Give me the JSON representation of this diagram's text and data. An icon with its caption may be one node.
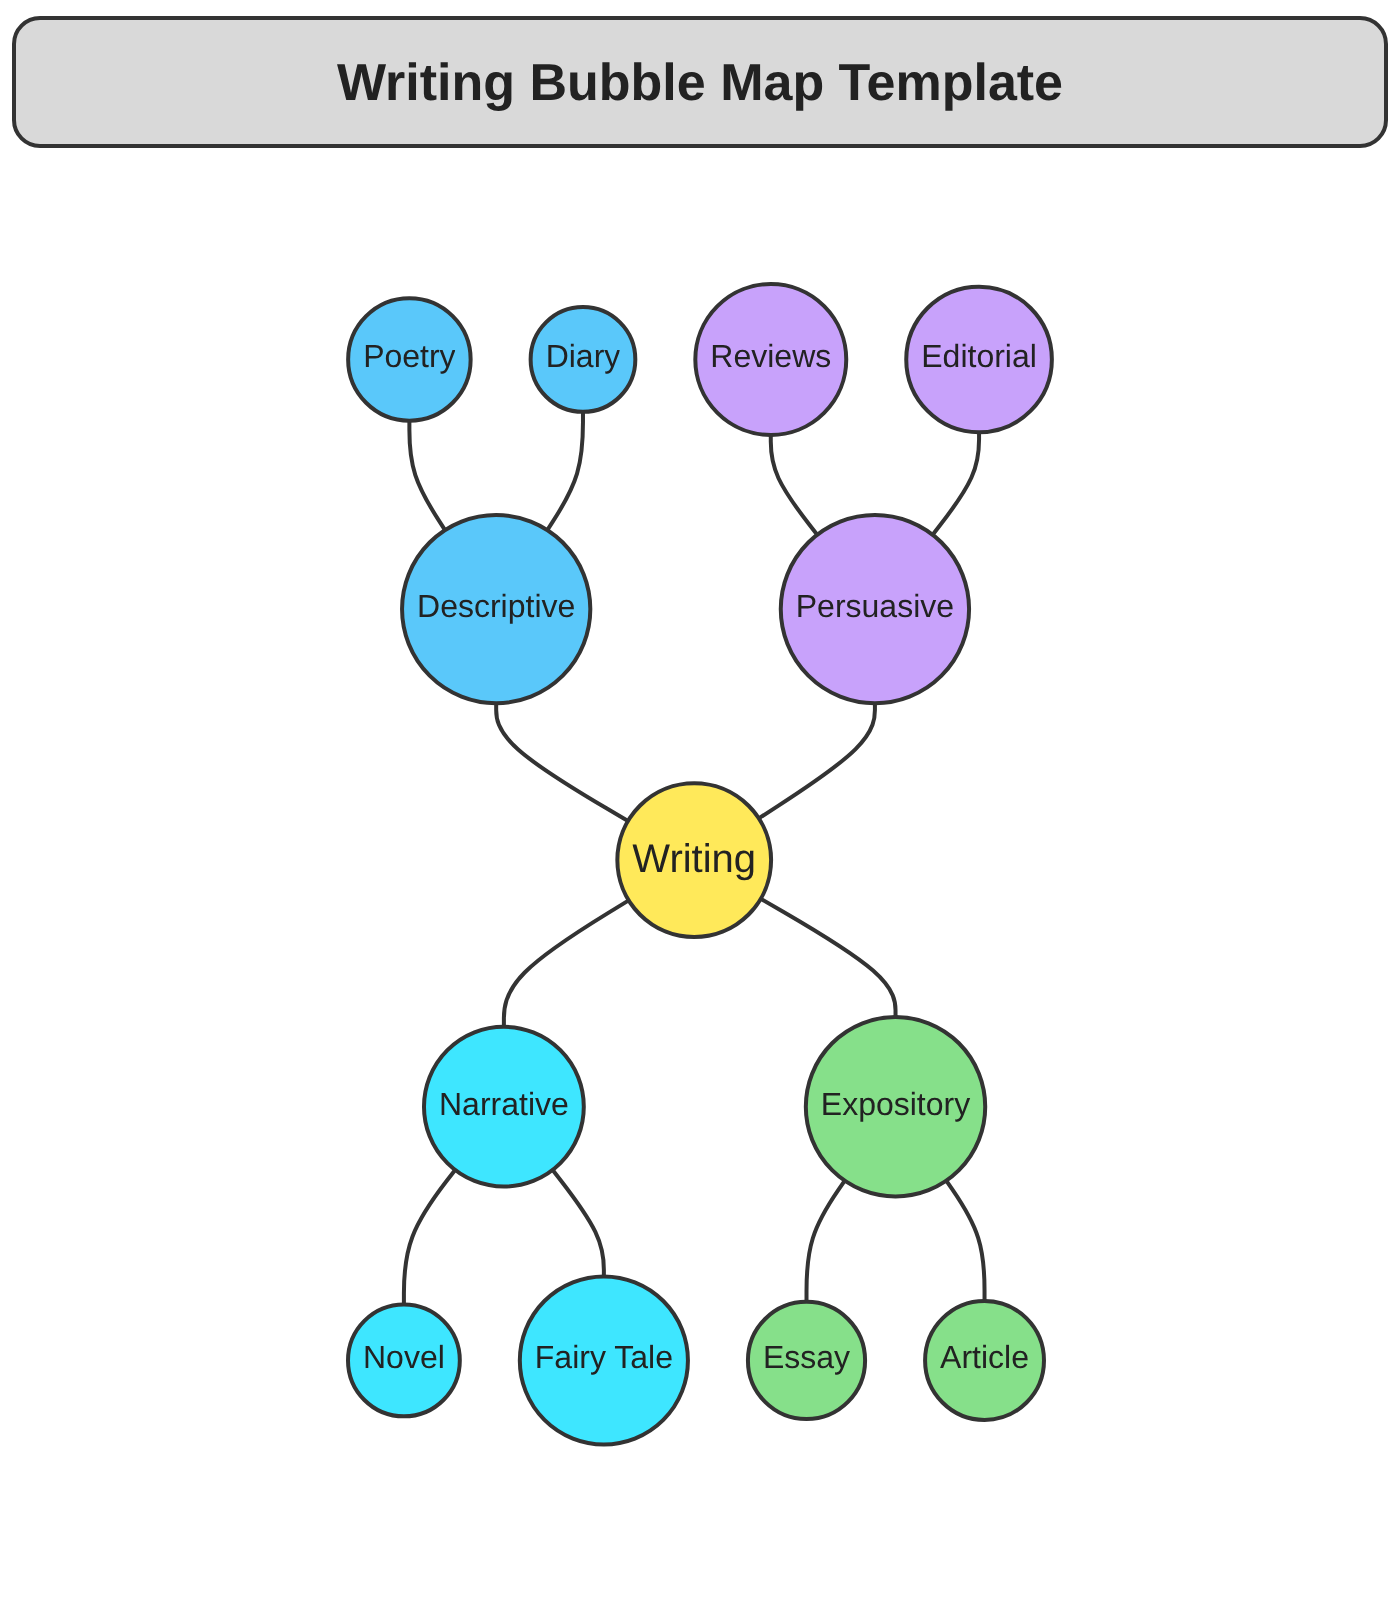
{
  "diagram": {
    "title": "Writing Bubble Map Template",
    "nodes": [
      {
        "text": [
          "Poetry"
        ]
      },
      {
        "text": [
          "Diary"
        ]
      },
      {
        "text": [
          "Descriptive"
        ]
      },
      {
        "text": [
          "Reviews"
        ]
      },
      {
        "text": [
          "Persuasive"
        ]
      },
      {
        "text": [
          "Writing"
        ]
      },
      {
        "text": [
          "Narrative"
        ]
      },
      {
        "text": [
          "Novel"
        ]
      },
      {
        "text": [
          "Editorial"
        ]
      },
      {
        "text": [
          "Fairy Tale"
        ]
      },
      {
        "text": [
          "Expository"
        ]
      },
      {
        "text": [
          "Essay"
        ]
      },
      {
        "text": [
          "Article"
        ]
      }
    ],
    "edges": [
      {
        "from": 0,
        "to": 2,
        "arrow": "none"
      },
      {
        "from": 1,
        "to": 2,
        "arrow": "none"
      },
      {
        "from": 2,
        "to": 5,
        "arrow": "none"
      },
      {
        "from": 3,
        "to": 4,
        "arrow": "none"
      },
      {
        "from": 8,
        "to": 4,
        "arrow": "none"
      },
      {
        "from": 4,
        "to": 5,
        "arrow": "none"
      },
      {
        "from": 5,
        "to": 6,
        "arrow": "none"
      },
      {
        "from": 6,
        "to": 7,
        "arrow": "none"
      },
      {
        "from": 6,
        "to": 9,
        "arrow": "none"
      },
      {
        "from": 5,
        "to": 10,
        "arrow": "none"
      },
      {
        "from": 10,
        "to": 11,
        "arrow": "none"
      },
      {
        "from": 10,
        "to": 12,
        "arrow": "none"
      }
    ]
  }
}
